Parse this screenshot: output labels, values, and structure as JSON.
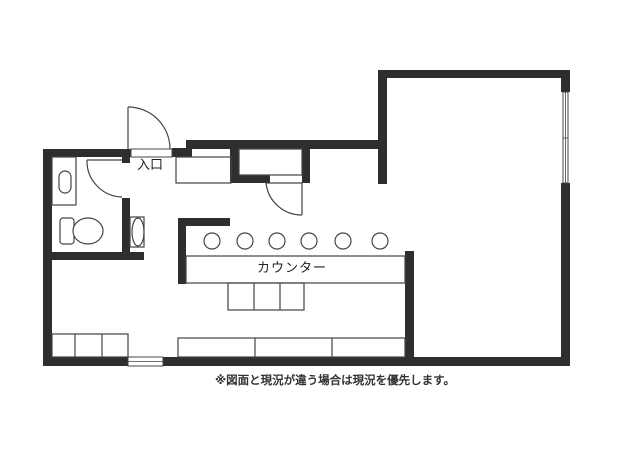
{
  "floor_plan": {
    "labels": {
      "entrance": "入口",
      "counter": "カウンター",
      "note": "※図面と現況が違う場合は現況を優先します。"
    },
    "counter_stools": 6,
    "rooms": [
      "toilet",
      "entrance",
      "storage",
      "kitchen-counter",
      "main-room"
    ],
    "colors": {
      "wall": "#2e2e2e",
      "line": "#444444",
      "background": "#ffffff"
    }
  }
}
